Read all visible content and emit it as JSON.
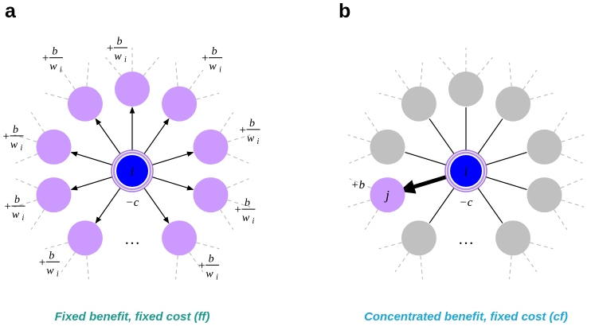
{
  "panels": [
    {
      "letter": "a",
      "caption": "Fixed benefit, fixed cost (ff)",
      "caption_color": "#1a9a8c",
      "center_label": "i",
      "cost_label": "−c",
      "benefit_labels": [
        "+b/wi",
        "+b/wi",
        "+b/wi",
        "+b/wi",
        "+b/wi",
        "+b/wi",
        "+b/wi",
        "+b/wi",
        "+b/wi"
      ],
      "ellipsis": "…",
      "neighbor_color": "#cc99ff"
    },
    {
      "letter": "b",
      "caption": "Concentrated benefit, fixed cost (cf)",
      "caption_color": "#1aa6d6",
      "center_label": "i",
      "cost_label": "−c",
      "target_label": "j",
      "target_benefit": "+b",
      "ellipsis": "…",
      "neighbor_color": "#c0c0c0",
      "target_color": "#cc99ff"
    }
  ],
  "colors": {
    "center_fill": "#0000ff",
    "center_ring": "#9966dd",
    "dashed_edges": "#bbbbbb"
  }
}
